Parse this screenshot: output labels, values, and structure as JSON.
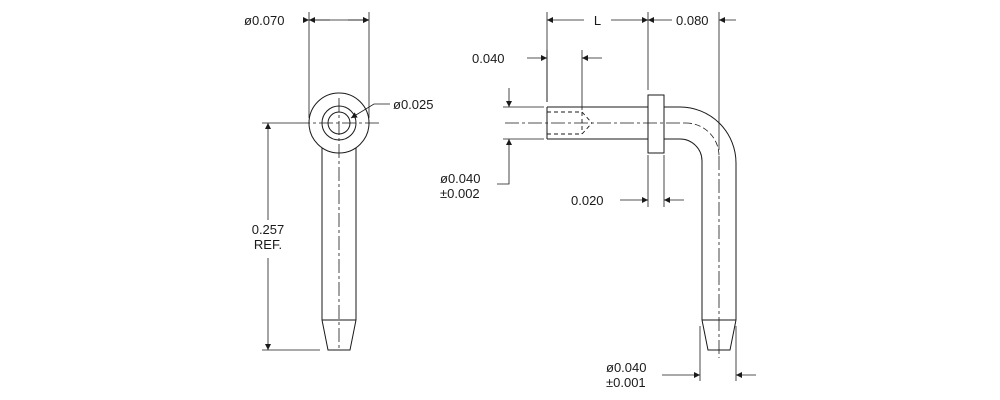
{
  "drawing": {
    "line_color": "#1a1a1a",
    "background": "#ffffff"
  },
  "front_view": {
    "outer_diameter": "ø0.070",
    "bore_diameter": "ø0.025",
    "length_value": "0.257",
    "length_note": "REF."
  },
  "side_view": {
    "length_symbol": "L",
    "end_overhang": "0.080",
    "tail_length": "0.040",
    "shank_diameter": "ø0.040",
    "shank_tolerance": "±0.002",
    "collar_thickness": "0.020",
    "pin_diameter": "ø0.040",
    "pin_tolerance": "±0.001"
  }
}
